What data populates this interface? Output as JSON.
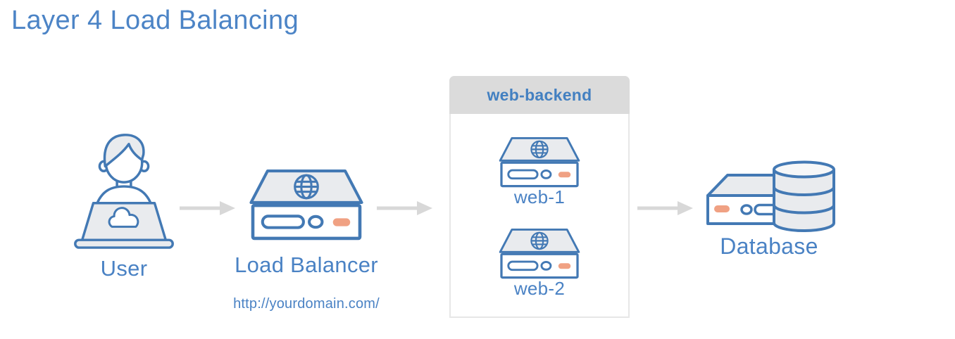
{
  "title": "Layer 4 Load Balancing",
  "nodes": {
    "user": {
      "label": "User"
    },
    "load_balancer": {
      "label": "Load Balancer",
      "url": "http://yourdomain.com/"
    },
    "backend_group": {
      "label": "web-backend",
      "servers": [
        {
          "label": "web-1"
        },
        {
          "label": "web-2"
        }
      ]
    },
    "database": {
      "label": "Database"
    }
  },
  "icons": {
    "user": "user-at-laptop-icon",
    "load_balancer": "server-globe-icon",
    "web_servers": "server-globe-icon",
    "database": "server-database-icon",
    "flow": "arrow-right-icon"
  },
  "colors": {
    "text_blue": "#4a82c4",
    "stroke_blue": "#4379b4",
    "fill_gray": "#e9ebee",
    "arrow_gray": "#d8d8d8",
    "accent_orange": "#f0a183",
    "group_header_gray": "#dbdbdb",
    "group_border": "#e7e7e7"
  }
}
